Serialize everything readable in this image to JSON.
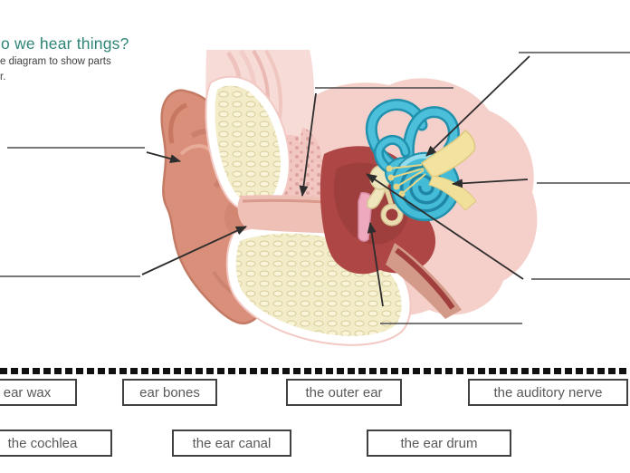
{
  "header": {
    "title": "o we hear things?",
    "subtitle_line1": "e diagram to show parts",
    "subtitle_line2": "r."
  },
  "word_bank": {
    "items_row1": [
      "ear wax",
      "ear bones",
      "the outer ear",
      "the auditory nerve"
    ],
    "items_row2": [
      "the cochlea",
      "the ear canal",
      "the ear drum"
    ]
  },
  "diagram": {
    "answer_blanks": 7,
    "palette": {
      "title_green": "#2e8577",
      "box_border": "#414141",
      "box_text": "#58595b",
      "pointer_line": "#2d2d2d",
      "blank_line": "#4a4a4a",
      "pinna_salmon": "#d98f7a",
      "skin_light_pink": "#f5d0ca",
      "bone_cream": "#f2ecc8",
      "cavity_red": "#ad4644",
      "ear_drum_pink": "#efa9bf",
      "inner_ear_blue": "#44bcd8",
      "nerve_yellow": "#f2e3a0"
    }
  }
}
